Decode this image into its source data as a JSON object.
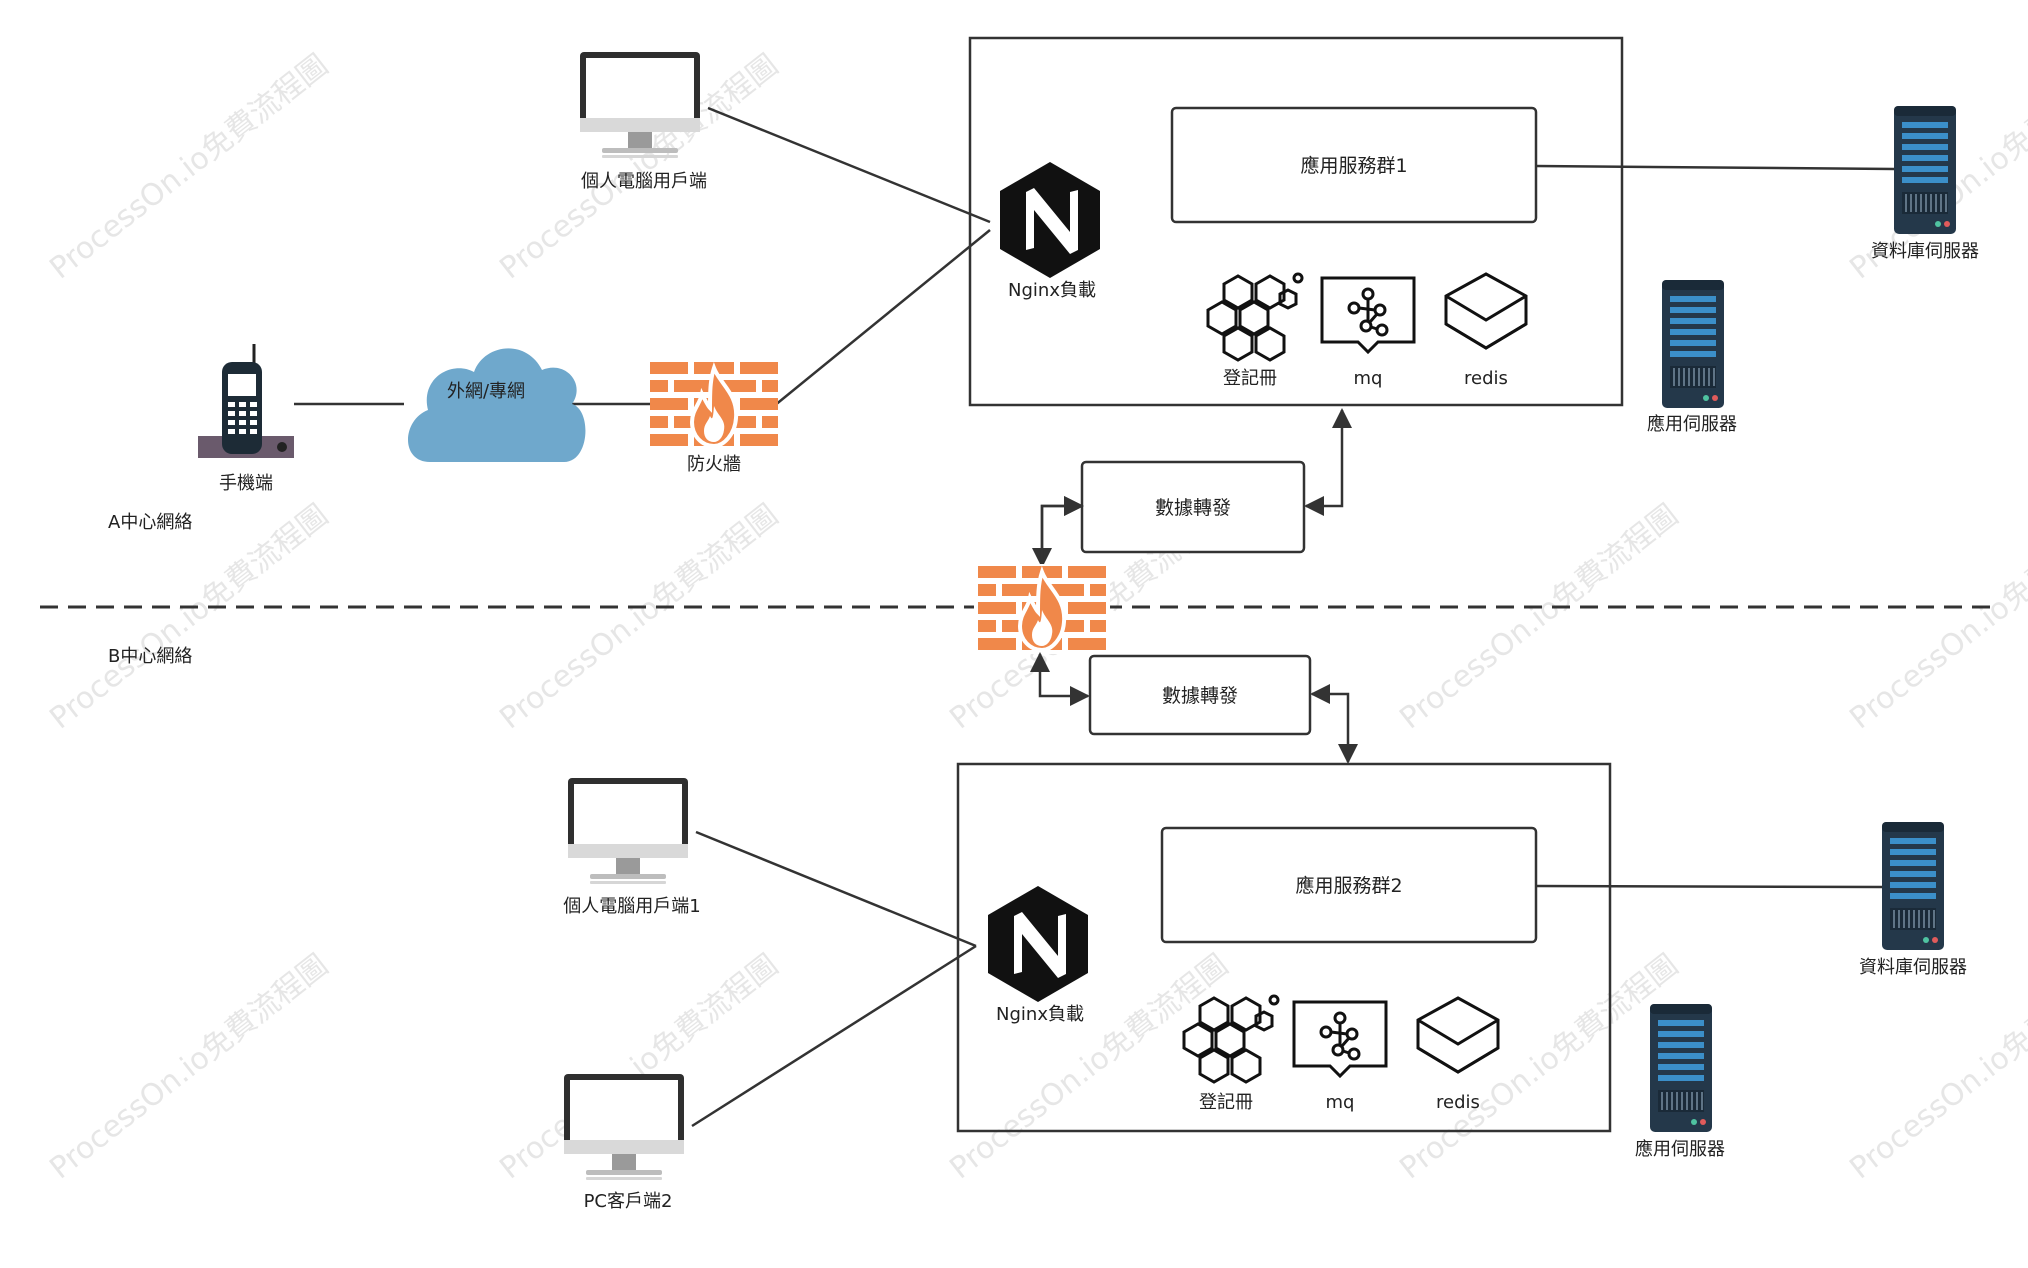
{
  "labels": {
    "pc_a": "個人電腦用戶端",
    "phone": "手機端",
    "cloud": "外網/專網",
    "firewall_a": "防火牆",
    "zone_a": "A中心網絡",
    "zone_b": "B中心網絡",
    "nginx_a": "Nginx負載",
    "cluster_a": "應用服務群1",
    "registry_a": "登記冊",
    "mq_a": "mq",
    "redis_a": "redis",
    "db_a": "資料庫伺服器",
    "app_server_a": "應用伺服器",
    "forward_a": "數據轉發",
    "forward_b": "數據轉發",
    "pc_b1": "個人電腦用戶端1",
    "pc_b2": "PC客戶端2",
    "nginx_b": "Nginx負載",
    "cluster_b": "應用服務群2",
    "registry_b": "登記冊",
    "mq_b": "mq",
    "redis_b": "redis",
    "db_b": "資料庫伺服器",
    "app_server_b": "應用伺服器"
  },
  "watermark": "ProcessOn.io免費流程圖",
  "colors": {
    "line": "#333333",
    "dash": "#333333",
    "cloud": "#6fa8cc",
    "firewall": "#f0884a",
    "firewall_flame": "#ffffff",
    "nginx": "#111111",
    "server": "#2b3e4f",
    "server_stripe": "#3c8dc6",
    "monitor": "#333333",
    "box_border": "#333333"
  },
  "icons": {
    "pc": "desktop-monitor-icon",
    "phone": "cordless-phone-icon",
    "cloud": "cloud-icon",
    "firewall": "firewall-icon",
    "nginx": "nginx-logo-icon",
    "registry": "hexagon-cluster-icon",
    "mq": "message-queue-icon",
    "redis": "redis-cube-icon",
    "server": "rack-server-icon"
  }
}
